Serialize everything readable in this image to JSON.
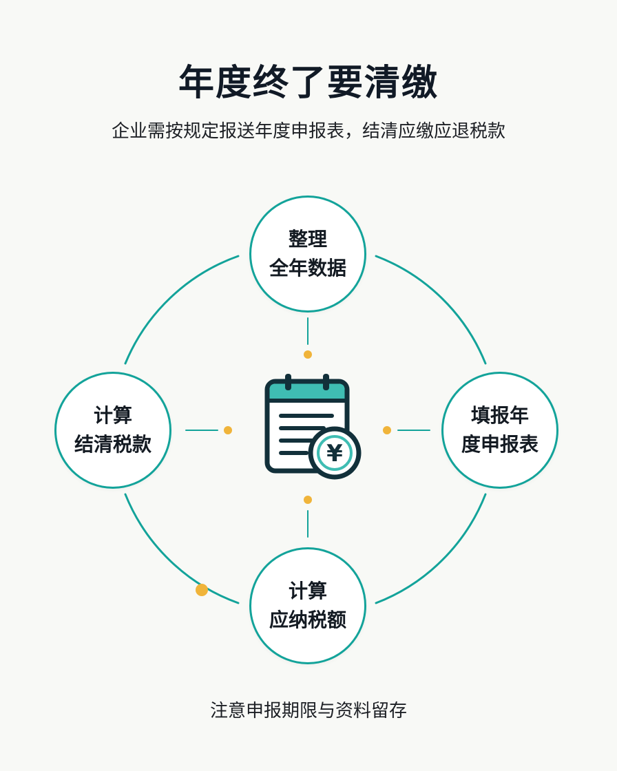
{
  "header": {
    "title": "年度终了要清缴",
    "subtitle": "企业需按规定报送年度申报表，结清应缴应退税款"
  },
  "steps": [
    {
      "line1": "整理",
      "line2": "全年数据"
    },
    {
      "line1": "填报年",
      "line2": "度申报表"
    },
    {
      "line1": "计算",
      "line2": "应纳税额"
    },
    {
      "line1": "计算",
      "line2": "结清税款"
    }
  ],
  "center_icon": {
    "name": "calendar-yen-icon",
    "symbol": "¥"
  },
  "footer": {
    "note": "注意申报期限与资料留存"
  },
  "colors": {
    "teal": "#13a39a",
    "teal_light": "#3fbdb3",
    "dark": "#12303a",
    "dot": "#f0b43a",
    "title": "#111a26"
  }
}
